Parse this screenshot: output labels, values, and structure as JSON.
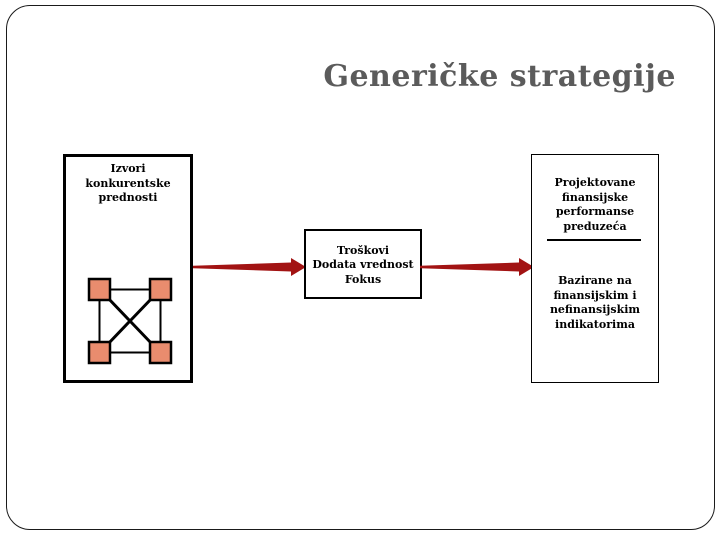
{
  "colors": {
    "title-text": "#5b5b5b",
    "arrow": "#a21313",
    "node-fill": "#e98c6e",
    "box-border": "#000000"
  },
  "title": "Generičke strategije",
  "left_box": {
    "lines": [
      "Izvori",
      "konkurentske",
      "prednosti"
    ]
  },
  "middle_box": {
    "lines": [
      "Troškovi",
      "Dodata vrednost",
      "Fokus"
    ]
  },
  "right_box": {
    "top_lines": [
      "Projektovane",
      "finansijske",
      "performanse",
      "preduzeća"
    ],
    "bottom_lines": [
      "Bazirane na",
      "finansijskim i",
      "nefinansijskim",
      "indikatorima"
    ]
  }
}
